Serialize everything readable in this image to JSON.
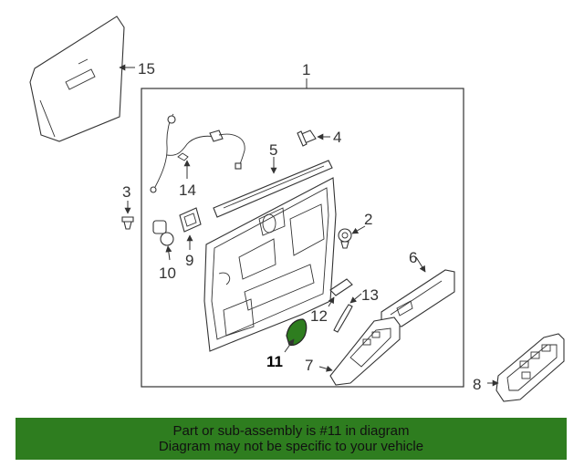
{
  "diagram": {
    "callouts": {
      "c1": "1",
      "c2": "2",
      "c3": "3",
      "c4": "4",
      "c5": "5",
      "c6": "6",
      "c7": "7",
      "c8": "8",
      "c9": "9",
      "c10": "10",
      "c11": "11",
      "c12": "12",
      "c13": "13",
      "c14": "14",
      "c15": "15"
    },
    "highlighted_part": "11",
    "highlight_color": "#2e7d1f"
  },
  "banner": {
    "line1": "Part or sub-assembly is #11 in diagram",
    "line2": "Diagram may not be specific to your vehicle",
    "background": "#2e7d1f"
  }
}
